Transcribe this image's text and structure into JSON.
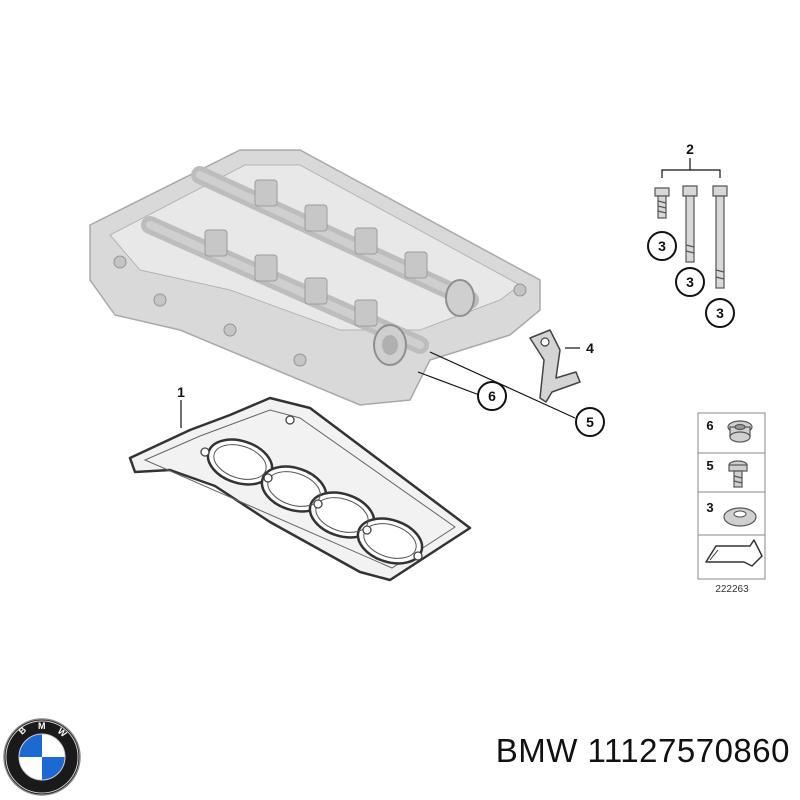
{
  "callouts": {
    "c1": "1",
    "c2": "2",
    "c3a": "3",
    "c3b": "3",
    "c3c": "3",
    "c4": "4",
    "c5": "5",
    "c6": "6"
  },
  "legend": {
    "items": [
      {
        "num": "6",
        "icon": "plug-screw-icon"
      },
      {
        "num": "5",
        "icon": "bolt-icon"
      },
      {
        "num": "3",
        "icon": "washer-icon"
      }
    ],
    "arrow_icon": "arrow-icon",
    "diagram_id": "222263"
  },
  "logo": {
    "text": "BMW",
    "colors": {
      "blue": "#1c69d4",
      "black": "#111111",
      "white": "#ffffff"
    }
  },
  "caption": {
    "text": "BMW 11127570860"
  }
}
